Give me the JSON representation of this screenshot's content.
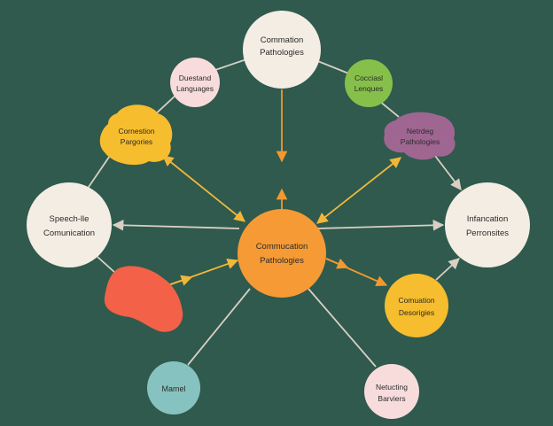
{
  "colors": {
    "background": "#2f5a4d",
    "connector_light": "#d9cfc4",
    "connector_yellow": "#f2b73a",
    "connector_orange": "#f2992e",
    "cream": "#f3ede4",
    "orange": "#f59a35",
    "yellow": "#f6bd2e",
    "pink": "#f8dcdc",
    "green": "#86c04a",
    "purple": "#a06692",
    "red": "#f26148",
    "teal": "#86c3c0"
  },
  "nodes": {
    "center": {
      "line1": "Commucation",
      "line2": "Pathologies"
    },
    "top": {
      "line1": "Commation",
      "line2": "Pathologies"
    },
    "duestand": {
      "line1": "Duestand",
      "line2": "Languages"
    },
    "cocciasl": {
      "line1": "Cocciasl",
      "line2": "Lenques"
    },
    "cornestion": {
      "line1": "Cornestion",
      "line2": "Pargories"
    },
    "netrdeg": {
      "line1": "Netrdeg",
      "line2": "Pathologies"
    },
    "speech": {
      "line1": "Speech-lle",
      "line2": "Comunication"
    },
    "infancation": {
      "line1": "Infancation",
      "line2": "Perronsites"
    },
    "comuation": {
      "line1": "Comuation",
      "line2": "Desorigies"
    },
    "mamel": {
      "line1": "Mamel"
    },
    "netucting": {
      "line1": "Netucting",
      "line2": "Barviers"
    }
  }
}
